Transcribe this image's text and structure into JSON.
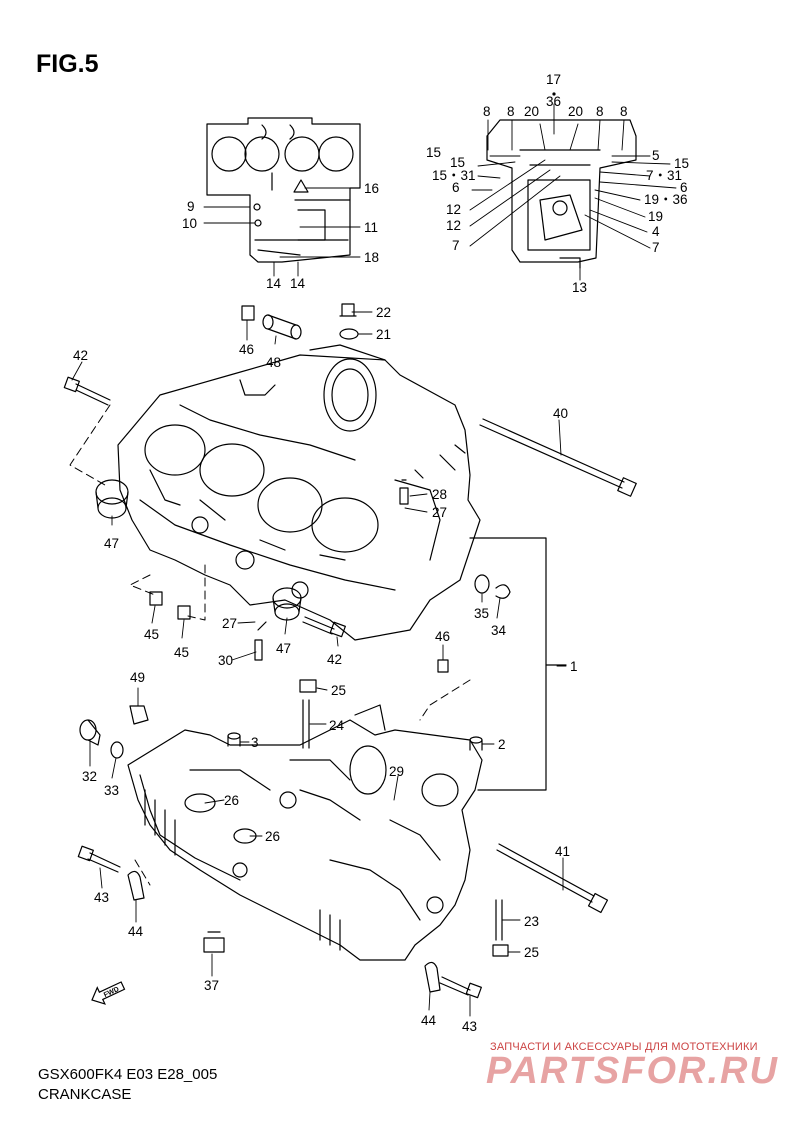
{
  "figure": {
    "title": "FIG.5"
  },
  "caption": {
    "model": "GSX600FK4 E03 E28_005",
    "name": "CRANKCASE"
  },
  "watermark": {
    "tagline": "ЗАПЧАСТИ И АКСЕССУАРЫ ДЛЯ МОТОТЕХНИКИ",
    "logo": "PARTSFOR.RU"
  },
  "fwd_badge": {
    "text": "FWD"
  },
  "callouts": {
    "c17": "17",
    "c36t": "36",
    "c8a": "8",
    "c8b": "8",
    "c20a": "20",
    "c20b": "20",
    "c8c": "8",
    "c8d": "8",
    "c15a": "15",
    "c15b": "15",
    "c1531": "15・31",
    "c6a": "6",
    "c12a": "12",
    "c12b": "12",
    "c7a": "7",
    "c5": "5",
    "c15c": "15",
    "c731": "7・31",
    "c6b": "6",
    "c1936": "19・36",
    "c19": "19",
    "c4": "4",
    "c7b": "7",
    "c13": "13",
    "c16": "16",
    "c9": "9",
    "c10": "10",
    "c11": "11",
    "c18": "18",
    "c14a": "14",
    "c14b": "14",
    "c22": "22",
    "c21": "21",
    "c46a": "46",
    "c48": "48",
    "c42a": "42",
    "c40": "40",
    "c28": "28",
    "c27a": "27",
    "c47a": "47",
    "c45a": "45",
    "c45b": "45",
    "c27b": "27",
    "c47b": "47",
    "c30": "30",
    "c42b": "42",
    "c35": "35",
    "c34": "34",
    "c46b": "46",
    "c1": "1",
    "c49": "49",
    "c25a": "25",
    "c24": "24",
    "c3": "3",
    "c2": "2",
    "c32": "32",
    "c33": "33",
    "c29": "29",
    "c26a": "26",
    "c26b": "26",
    "c41": "41",
    "c43a": "43",
    "c44a": "44",
    "c23": "23",
    "c25b": "25",
    "c37": "37",
    "c44b": "44",
    "c43b": "43"
  }
}
